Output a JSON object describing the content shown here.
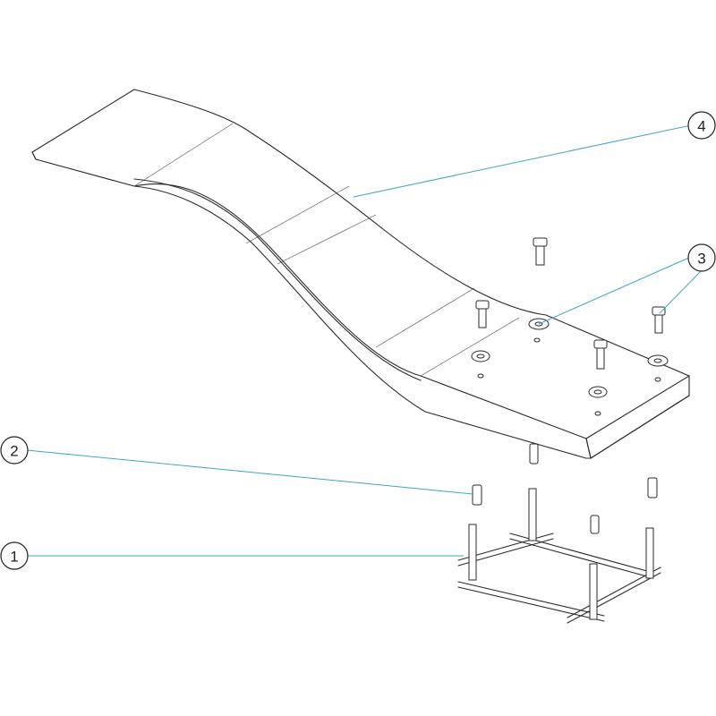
{
  "diagram": {
    "callouts": [
      {
        "id": "1",
        "label": "1"
      },
      {
        "id": "2",
        "label": "2"
      },
      {
        "id": "3",
        "label": "3"
      },
      {
        "id": "4",
        "label": "4"
      }
    ]
  },
  "colors": {
    "leader": "#3aa6c9",
    "outline": "#2b2b2b",
    "background": "#ffffff"
  }
}
